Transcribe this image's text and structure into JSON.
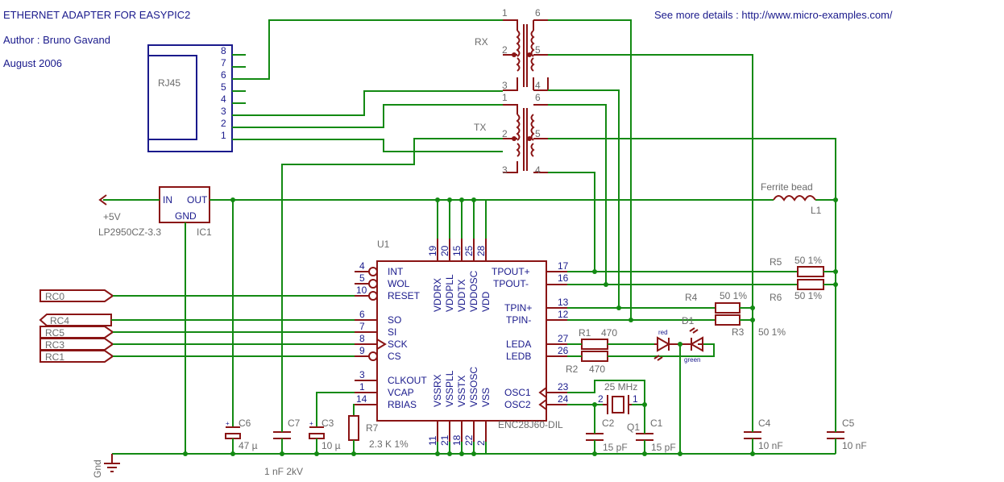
{
  "header": {
    "title": "ETHERNET ADAPTER FOR EASYPIC2",
    "author": "Author : Bruno Gavand",
    "date": "August 2006",
    "more_info": "See more details : http://www.micro-examples.com/"
  },
  "rj45": {
    "name": "RJ45",
    "pins": [
      "8",
      "7",
      "6",
      "5",
      "4",
      "3",
      "2",
      "1"
    ]
  },
  "regulator": {
    "in": "IN",
    "out": "OUT",
    "gnd": "GND",
    "part": "LP2950CZ-3.3",
    "ref": "IC1",
    "supply": "+5V"
  },
  "transformers": {
    "rx": {
      "name": "RX",
      "pins": [
        "1",
        "6",
        "2",
        "5",
        "3",
        "4"
      ]
    },
    "tx": {
      "name": "TX",
      "pins": [
        "1",
        "6",
        "2",
        "5",
        "3",
        "4"
      ]
    }
  },
  "chip": {
    "ref": "U1",
    "part": "ENC28J60-DIL",
    "left_pins": [
      {
        "num": "4",
        "name": "INT"
      },
      {
        "num": "5",
        "name": "WOL"
      },
      {
        "num": "10",
        "name": "RESET"
      },
      {
        "num": "6",
        "name": "SO"
      },
      {
        "num": "7",
        "name": "SI"
      },
      {
        "num": "8",
        "name": "SCK"
      },
      {
        "num": "9",
        "name": "CS"
      },
      {
        "num": "3",
        "name": "CLKOUT"
      },
      {
        "num": "1",
        "name": "VCAP"
      },
      {
        "num": "14",
        "name": "RBIAS"
      }
    ],
    "right_pins": [
      {
        "num": "17",
        "name": "TPOUT+"
      },
      {
        "num": "16",
        "name": "TPOUT-"
      },
      {
        "num": "13",
        "name": "TPIN+"
      },
      {
        "num": "12",
        "name": "TPIN-"
      },
      {
        "num": "27",
        "name": "LEDA"
      },
      {
        "num": "26",
        "name": "LEDB"
      },
      {
        "num": "23",
        "name": "OSC1"
      },
      {
        "num": "24",
        "name": "OSC2"
      }
    ],
    "top_pins": [
      {
        "num": "19",
        "name": "VDDRX"
      },
      {
        "num": "20",
        "name": "VDDPLL"
      },
      {
        "num": "15",
        "name": "VDDTX"
      },
      {
        "num": "25",
        "name": "VDDOSC"
      },
      {
        "num": "28",
        "name": "VDD"
      }
    ],
    "bottom_pins": [
      {
        "num": "11",
        "name": "VSSRX"
      },
      {
        "num": "21",
        "name": "VSSPLL"
      },
      {
        "num": "18",
        "name": "VSSTX"
      },
      {
        "num": "22",
        "name": "VSSOSC"
      },
      {
        "num": "2",
        "name": "VSS"
      }
    ]
  },
  "signals": [
    "RC0",
    "RC4",
    "RC5",
    "RC3",
    "RC1"
  ],
  "components": {
    "l1": {
      "ref": "L1",
      "value": "Ferrite bead"
    },
    "r5": {
      "ref": "R5",
      "value": "50 1%"
    },
    "r6": {
      "ref": "R6",
      "value": "50 1%"
    },
    "r4": {
      "ref": "R4",
      "value": "50 1%"
    },
    "r3": {
      "ref": "R3",
      "value": "50 1%"
    },
    "d1": {
      "ref": "D1",
      "red": "red",
      "green": "green"
    },
    "r1": {
      "ref": "R1",
      "value": "470"
    },
    "r2": {
      "ref": "R2",
      "value": "470"
    },
    "q1": {
      "ref": "Q1",
      "value": "25 MHz",
      "pin1": "1",
      "pin2": "2"
    },
    "c1": {
      "ref": "C1",
      "value": "15 pF"
    },
    "c2": {
      "ref": "C2",
      "value": "15 pF"
    },
    "c3": {
      "ref": "C3",
      "value": "10 µ"
    },
    "c4": {
      "ref": "C4",
      "value": "10 nF"
    },
    "c5": {
      "ref": "C5",
      "value": "10 nF"
    },
    "c6": {
      "ref": "C6",
      "value": "47 µ"
    },
    "c7": {
      "ref": "C7",
      "value": "1 nF 2kV"
    },
    "r7": {
      "ref": "R7",
      "value": "2.3 K 1%"
    },
    "gnd": "Gnd"
  },
  "colors": {
    "wire": "#138a13",
    "part": "#8a1414",
    "text": "#1a1a8c",
    "label": "#6b6b6b"
  }
}
